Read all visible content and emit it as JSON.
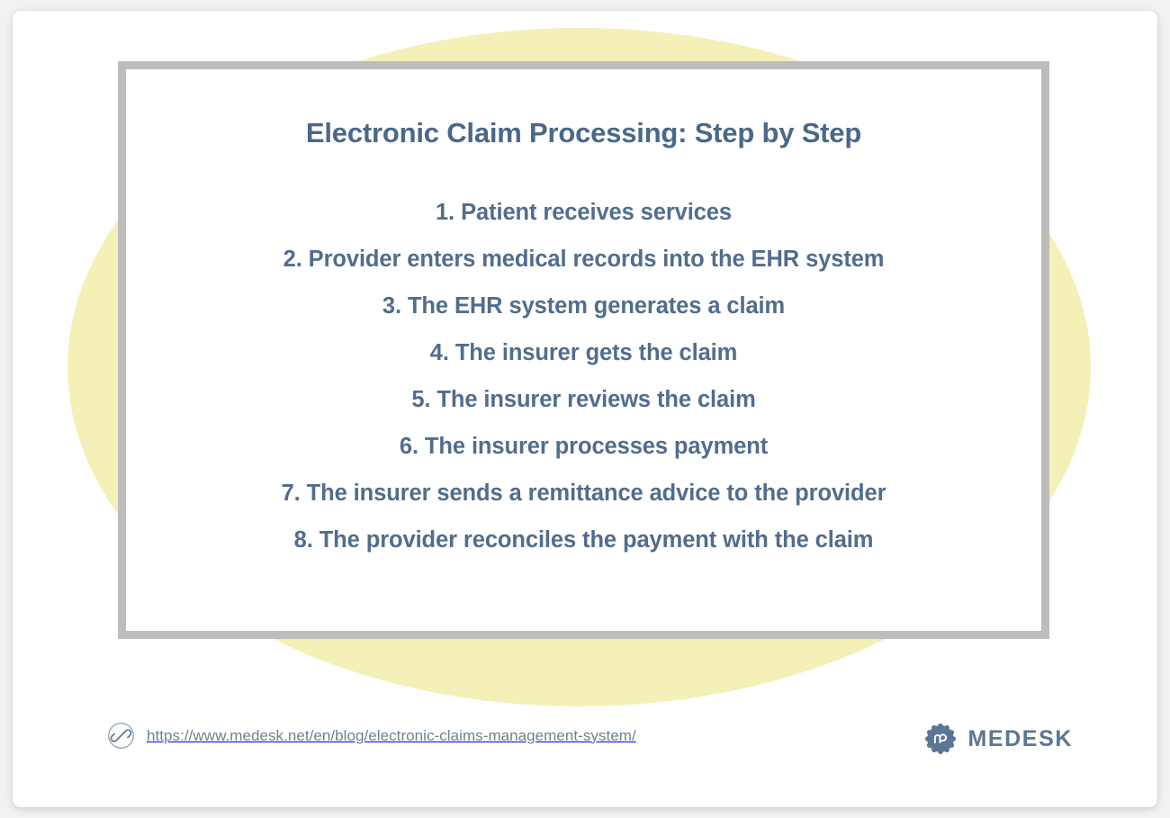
{
  "slide": {
    "title": "Electronic Claim Processing: Step by Step",
    "steps": [
      "1. Patient receives services",
      "2. Provider enters medical records into the EHR system",
      "3. The EHR system generates a claim",
      "4. The insurer gets the claim",
      "5. The insurer reviews the claim",
      "6. The insurer processes payment",
      "7. The insurer sends a remittance advice to the provider",
      "8. The provider reconciles the payment with the claim"
    ]
  },
  "footer": {
    "link_icon": "link-chain-icon",
    "url": "https://www.medesk.net/en/blog/electronic-claims-management-system/",
    "brand": {
      "badge_icon": "medesk-monogram-badge-icon",
      "wordmark": "MEDESK"
    }
  },
  "colors": {
    "text_primary": "#4a6889",
    "text_steps": "#516d8d",
    "text_url": "#6d8296",
    "brand": "#5b7594",
    "card_border": "#bdbdbd",
    "decor_ellipse": "#f5efb8",
    "slide_background": "#ffffff",
    "page_background": "#f2f2f2"
  }
}
